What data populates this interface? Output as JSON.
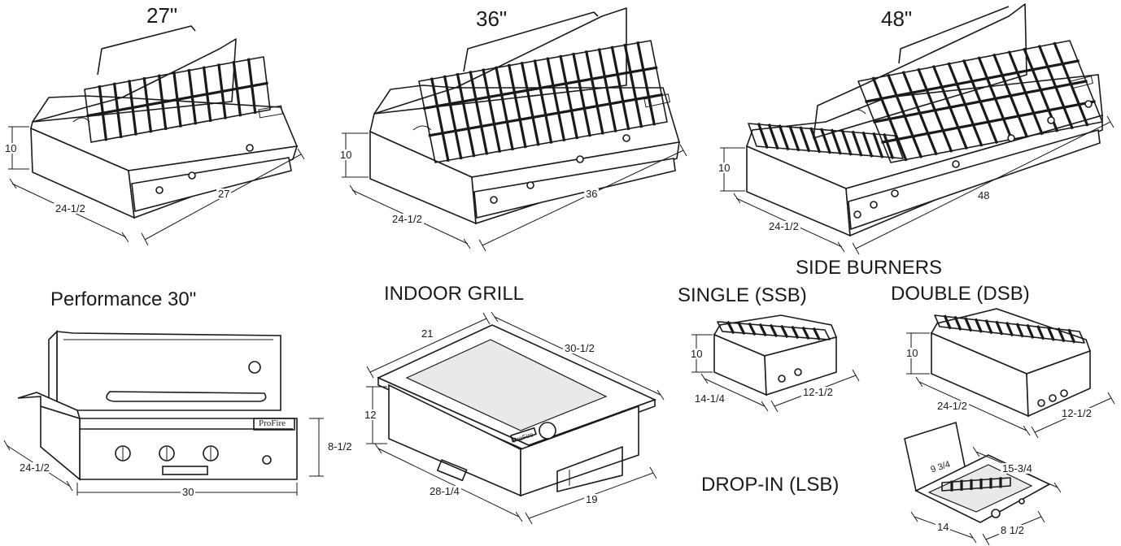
{
  "titles": {
    "grill27": "27\"",
    "grill36": "36\"",
    "grill48": "48\"",
    "side_burners": "SIDE BURNERS",
    "performance30": "Performance 30\"",
    "indoor": "INDOOR GRILL",
    "single": "SINGLE (SSB)",
    "double": "DOUBLE (DSB)",
    "dropin": "DROP-IN (LSB)"
  },
  "dims": {
    "g27": {
      "height": "10",
      "depth": "24-1/2",
      "width": "27"
    },
    "g36": {
      "height": "10",
      "depth": "24-1/2",
      "width": "36"
    },
    "g48": {
      "height": "10",
      "depth": "24-1/2",
      "width": "48"
    },
    "perf": {
      "depth": "24-1/2",
      "width": "30",
      "height": "8-1/2"
    },
    "indoor": {
      "top_depth": "21",
      "top_width": "30-1/2",
      "height": "12",
      "bottom_width": "28-1/4",
      "bottom_depth": "19"
    },
    "ssb": {
      "height": "10",
      "depth": "14-1/4",
      "width": "12-1/2"
    },
    "dsb": {
      "height": "10",
      "depth": "24-1/2",
      "width": "12-1/2"
    },
    "lsb": {
      "lid": "9 3/4",
      "width": "15-3/4",
      "depth": "14",
      "front": "8 1/2"
    }
  },
  "logos": {
    "brand": "ProFire"
  }
}
